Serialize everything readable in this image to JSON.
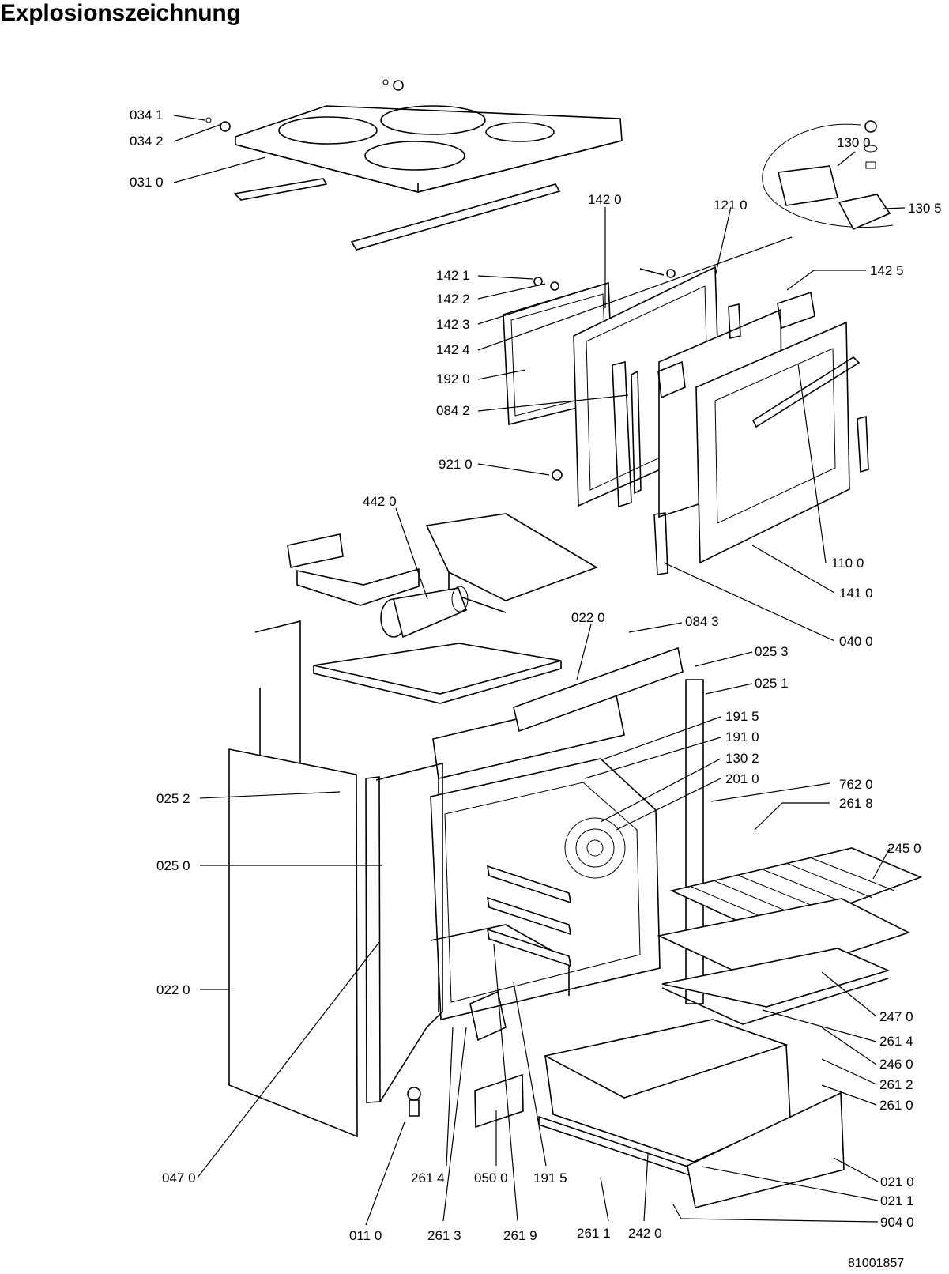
{
  "page": {
    "title": "Explosionszeichnung",
    "doc_number": "81001857"
  },
  "labels": [
    "034 1",
    "034 2",
    "031 0",
    "142 0",
    "121 0",
    "130 0",
    "130 5",
    "142 1",
    "142 2",
    "142 3",
    "142 4",
    "142 5",
    "192 0",
    "084 2",
    "921 0",
    "442 0",
    "110 0",
    "141 0",
    "040 0",
    "022 0",
    "084 3",
    "025 3",
    "025 1",
    "191 5",
    "191 0",
    "130 2",
    "201 0",
    "762 0",
    "261 8",
    "245 0",
    "025 2",
    "025 0",
    "022 0",
    "247 0",
    "261 4",
    "246 0",
    "261 2",
    "261 0",
    "021 0",
    "021 1",
    "904 0",
    "047 0",
    "261 4",
    "050 0",
    "191 5",
    "011 0",
    "261 3",
    "261 9",
    "261 1",
    "242 0"
  ]
}
